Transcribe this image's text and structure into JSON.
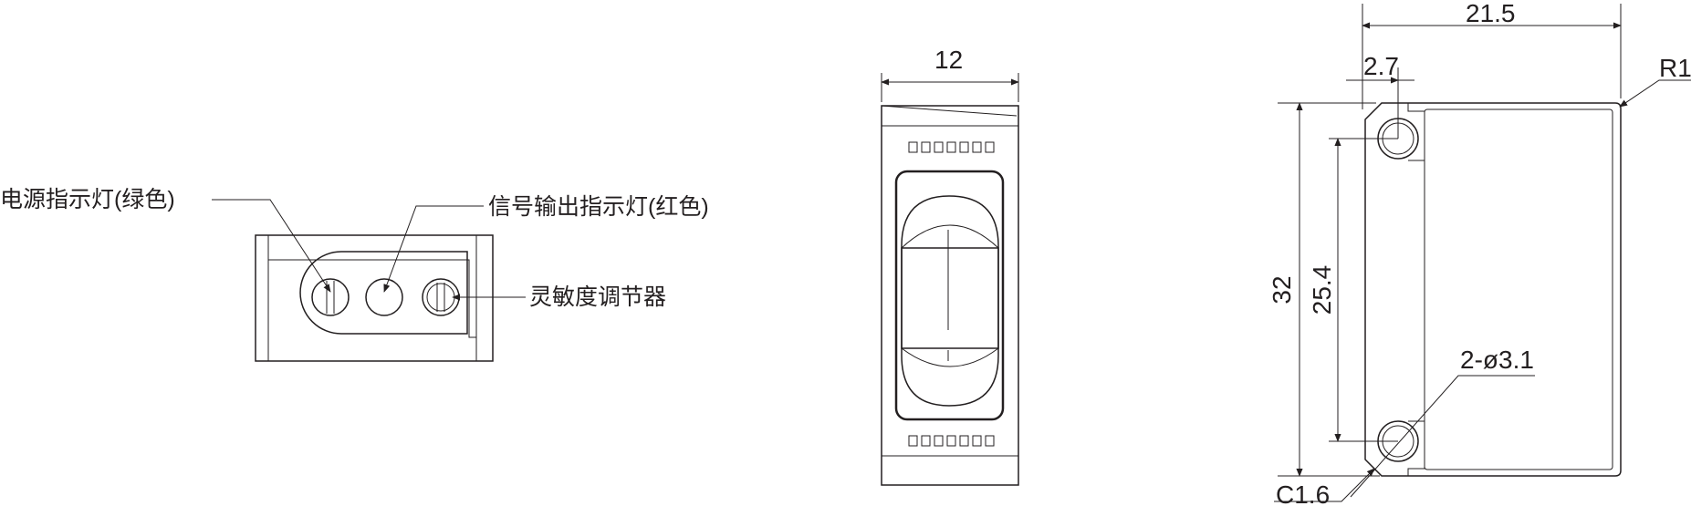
{
  "front_view": {
    "power_led_label": "电源指示灯(绿色)",
    "signal_led_label": "信号输出指示灯(红色)",
    "sensitivity_label": "灵敏度调节器"
  },
  "side_view": {
    "width_dim": "12"
  },
  "back_view": {
    "width_dim": "21.5",
    "hole_offset_dim": "2.7",
    "corner_radius_dim": "R1",
    "height_dim": "32",
    "hole_spacing_dim": "25.4",
    "hole_dim": "2-ø3.1",
    "chamfer_dim": "C1.6"
  }
}
